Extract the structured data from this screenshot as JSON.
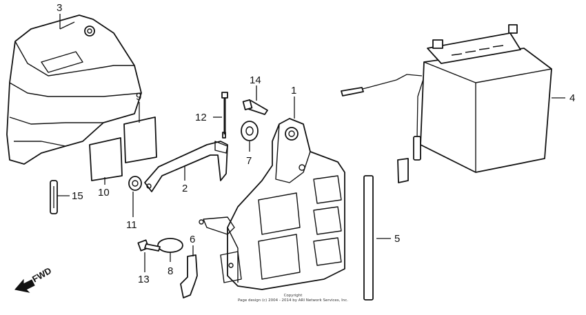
{
  "callouts": {
    "c1": "1",
    "c2": "2",
    "c3": "3",
    "c4": "4",
    "c5": "5",
    "c6": "6",
    "c7": "7",
    "c8": "8",
    "c9": "9",
    "c10": "10",
    "c11": "11",
    "c12": "12",
    "c13": "13",
    "c14": "14",
    "c15": "15"
  },
  "fwd": "FWD",
  "copyright": {
    "line1": "Copyright",
    "line2": "Page design (c) 2004 - 2014 by ARI Network Services, Inc."
  }
}
